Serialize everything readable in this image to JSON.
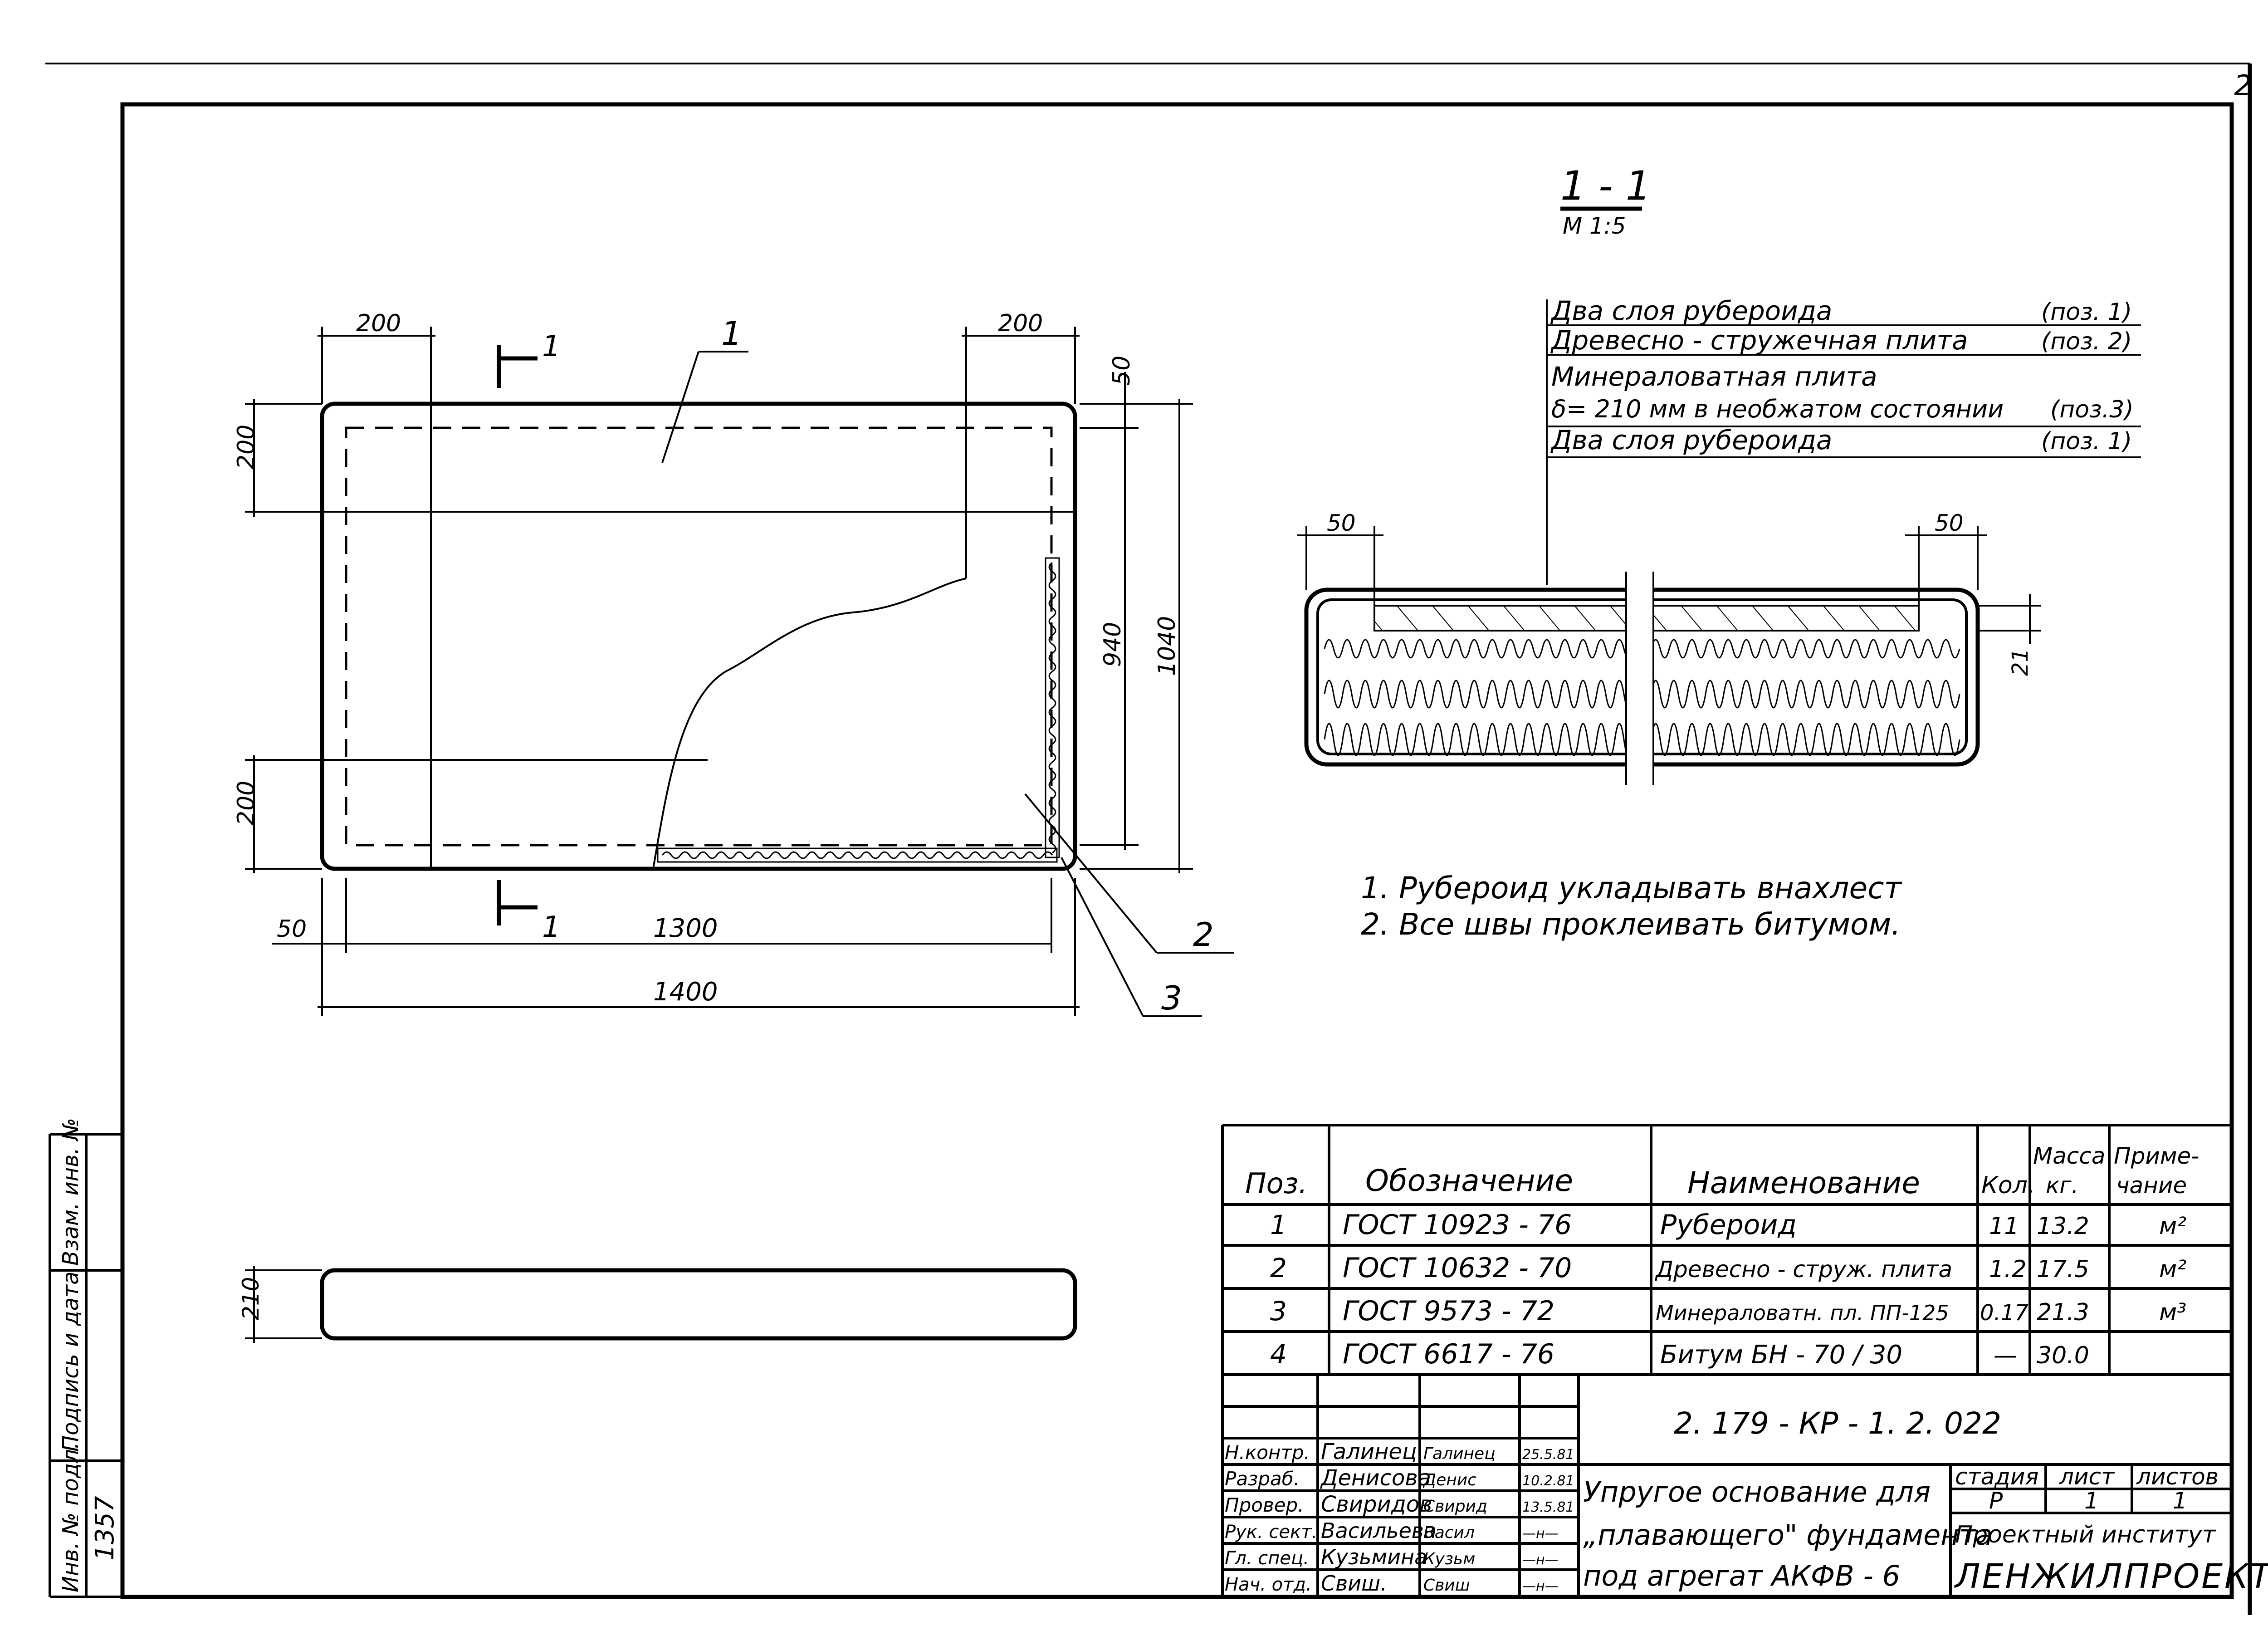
{
  "sheet_number": "2",
  "section_mark": {
    "label": "1 - 1",
    "scale": "М 1:5",
    "cut_label": "1"
  },
  "callouts": {
    "p1": "1",
    "p2": "2",
    "p3": "3"
  },
  "plan_dims": {
    "top_left": "200",
    "top_right": "200",
    "right_top": "50",
    "right_inner": "940",
    "right_outer": "1040",
    "left_top": "200",
    "left_bottom": "200",
    "bottom_left": "50",
    "bottom_inner": "1300",
    "bottom_total": "1400",
    "elevation_height": "210"
  },
  "section_dims": {
    "left": "50",
    "right": "50",
    "thickness": "21"
  },
  "layers": [
    {
      "text": "Два  слоя  рубероида",
      "pos": "(поз. 1)"
    },
    {
      "text": "Древесно - стружечная  плита",
      "pos": "(поз. 2)"
    },
    {
      "text": "Минераловатная  плита",
      "pos": ""
    },
    {
      "text": "δ= 210 мм  в  необжатом  состоянии",
      "pos": "(поз.3)"
    },
    {
      "text": "Два  слоя  рубероида",
      "pos": "(поз. 1)"
    }
  ],
  "notes": [
    "1.  Рубероид    укладывать  внахлест",
    "2. Все  швы  проклеивать  битумом."
  ],
  "spec_table": {
    "headers": {
      "pos": "Поз.",
      "designation": "Обозначение",
      "name": "Наименование",
      "qty": "Кол.",
      "mass_1": "Масса",
      "mass_2": "кг.",
      "note_1": "Приме-",
      "note_2": "чание"
    },
    "rows": [
      {
        "pos": "1",
        "designation": "ГОСТ  10923 - 76",
        "name": "Рубероид",
        "qty": "11",
        "mass": "13.2",
        "note": "м²"
      },
      {
        "pos": "2",
        "designation": "ГОСТ  10632 - 70",
        "name": "Древесно - струж. плита",
        "qty": "1.2",
        "mass": "17.5",
        "note": "м²"
      },
      {
        "pos": "3",
        "designation": "ГОСТ  9573 - 72",
        "name": "Минераловатн. пл. ПП-125",
        "qty": "0.17",
        "mass": "21.3",
        "note": "м³"
      },
      {
        "pos": "4",
        "designation": "ГОСТ  6617 - 76",
        "name": "Битум  БН - 70 / 30",
        "qty": "—",
        "mass": "30.0",
        "note": ""
      }
    ]
  },
  "title_block": {
    "code": "2. 179 - КР - 1. 2. 022",
    "title_lines": [
      "Упругое  основание  для",
      "„плавающего\" фундамента",
      "под  агрегат   АКФВ - 6"
    ],
    "stage_header": "стадия",
    "sheet_header": "лист",
    "sheets_header": "листов",
    "stage": "Р",
    "sheet": "1",
    "sheets": "1",
    "org_line1": "Проектный  институт",
    "org_line2": "ЛЕНЖИЛПРОЕКТ",
    "staff": [
      {
        "role": "Н.контр.",
        "name": "Галинец",
        "sign": "Галинец",
        "date": "25.5.81"
      },
      {
        "role": "Разраб.",
        "name": "Денисова",
        "sign": "Денис",
        "date": "10.2.81"
      },
      {
        "role": "Провер.",
        "name": "Свиридов",
        "sign": "Свирид",
        "date": "13.5.81"
      },
      {
        "role": "Рук. сект.",
        "name": "Васильева",
        "sign": "Васил",
        "date": "—н—"
      },
      {
        "role": "Гл. спец.",
        "name": "Кузьмина",
        "sign": "Кузьм",
        "date": "—н—"
      },
      {
        "role": "Нач. отд.",
        "name": "Свиш.",
        "sign": "Свиш",
        "date": "—н—"
      }
    ]
  },
  "stamp_column": [
    "Инв. № подл.",
    "Подпись и дата",
    "Взам. инв. №"
  ],
  "inventory_number": "1357"
}
